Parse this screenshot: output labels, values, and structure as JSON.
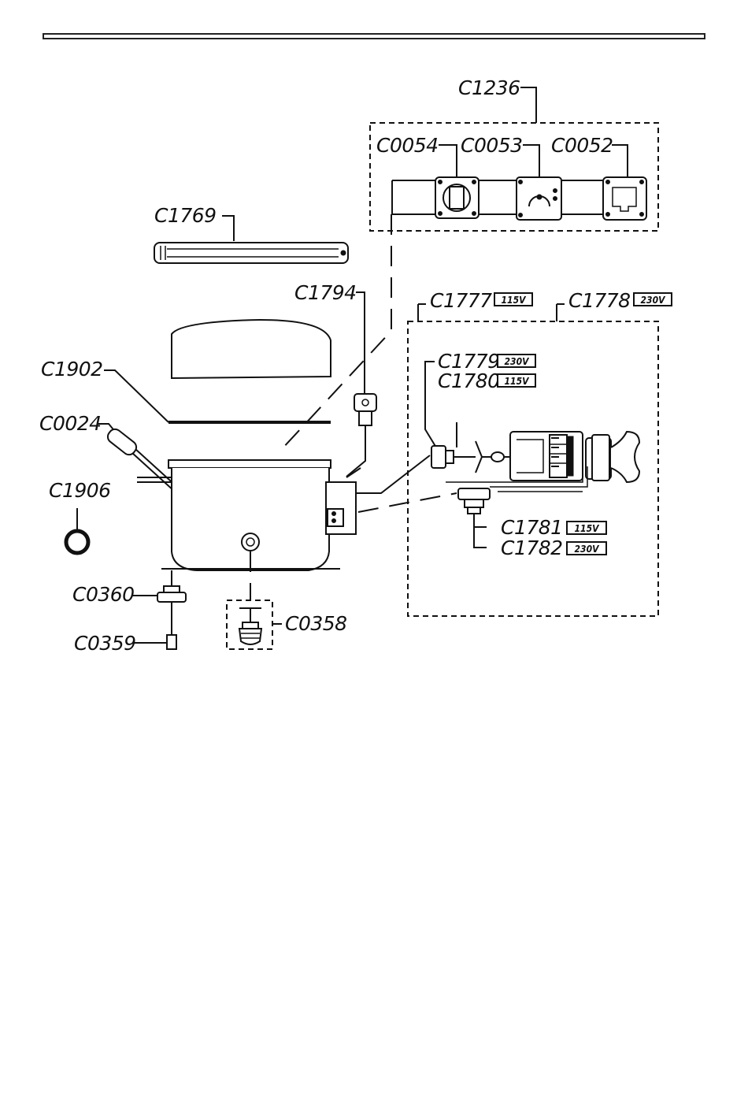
{
  "labels": {
    "c1236": "C1236",
    "c0054": "C0054",
    "c0053": "C0053",
    "c0052": "C0052",
    "c1769": "C1769",
    "c1794": "C1794",
    "c1777": "C1777",
    "c1778": "C1778",
    "c1779": "C1779",
    "c1780": "C1780",
    "c1902": "C1902",
    "c0024": "C0024",
    "c1906": "C1906",
    "c1781": "C1781",
    "c1782": "C1782",
    "c0360": "C0360",
    "c0358": "C0358",
    "c0359": "C0359"
  },
  "voltage_tags": {
    "c1777": "115V",
    "c1778": "230V",
    "c1779": "230V",
    "c1780": "115V",
    "c1781": "115V",
    "c1782": "230V"
  }
}
